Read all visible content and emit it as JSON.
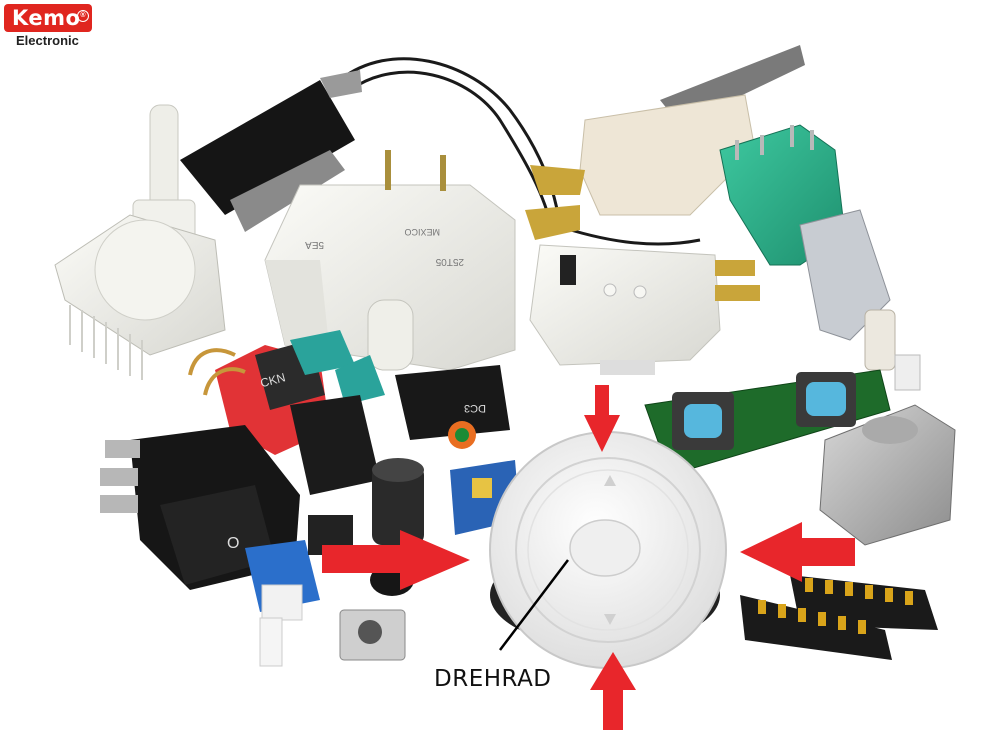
{
  "brand": {
    "name": "Kemo",
    "subtitle": "Electronic",
    "reg_mark": "®",
    "color": "#e0261f"
  },
  "image": {
    "caption": "DREHRAD",
    "arrow_color": "#e8262b"
  },
  "component_labels": {
    "rotary_switch_mark": "5EA",
    "rotary_switch_code": "25T05",
    "rotary_switch_origin": "MEXICO",
    "relay_mark": "CKN",
    "micro_switch_mark": "DC3"
  }
}
